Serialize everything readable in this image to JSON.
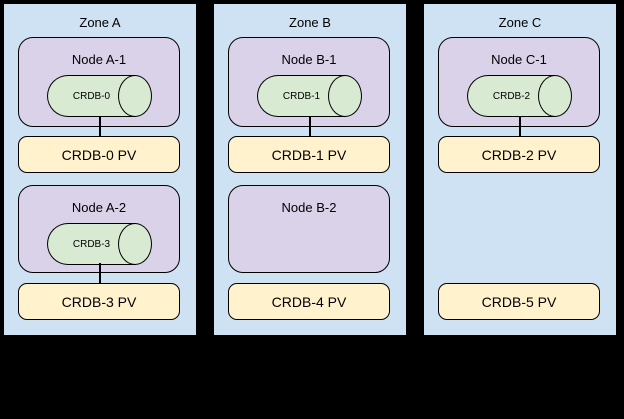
{
  "colors": {
    "canvas_bg": "#000000",
    "zone_fill": "#cfe2f3",
    "node_fill": "#d9d2e9",
    "cylinder_fill": "#d9ead3",
    "pv_fill": "#fff2cc",
    "stroke": "#000000"
  },
  "zones": [
    {
      "title": "Zone A",
      "nodes": [
        {
          "label": "Node A-1",
          "pod": "CRDB-0"
        },
        {
          "label": "Node A-2",
          "pod": "CRDB-3"
        }
      ],
      "pvs": [
        {
          "label": "CRDB-0 PV"
        },
        {
          "label": "CRDB-3 PV"
        }
      ]
    },
    {
      "title": "Zone B",
      "nodes": [
        {
          "label": "Node B-1",
          "pod": "CRDB-1"
        },
        {
          "label": "Node B-2"
        }
      ],
      "pvs": [
        {
          "label": "CRDB-1 PV"
        },
        {
          "label": "CRDB-4 PV"
        }
      ]
    },
    {
      "title": "Zone C",
      "nodes": [
        {
          "label": "Node C-1",
          "pod": "CRDB-2"
        }
      ],
      "pvs": [
        {
          "label": "CRDB-2 PV"
        },
        {
          "label": "CRDB-5 PV"
        }
      ]
    }
  ]
}
